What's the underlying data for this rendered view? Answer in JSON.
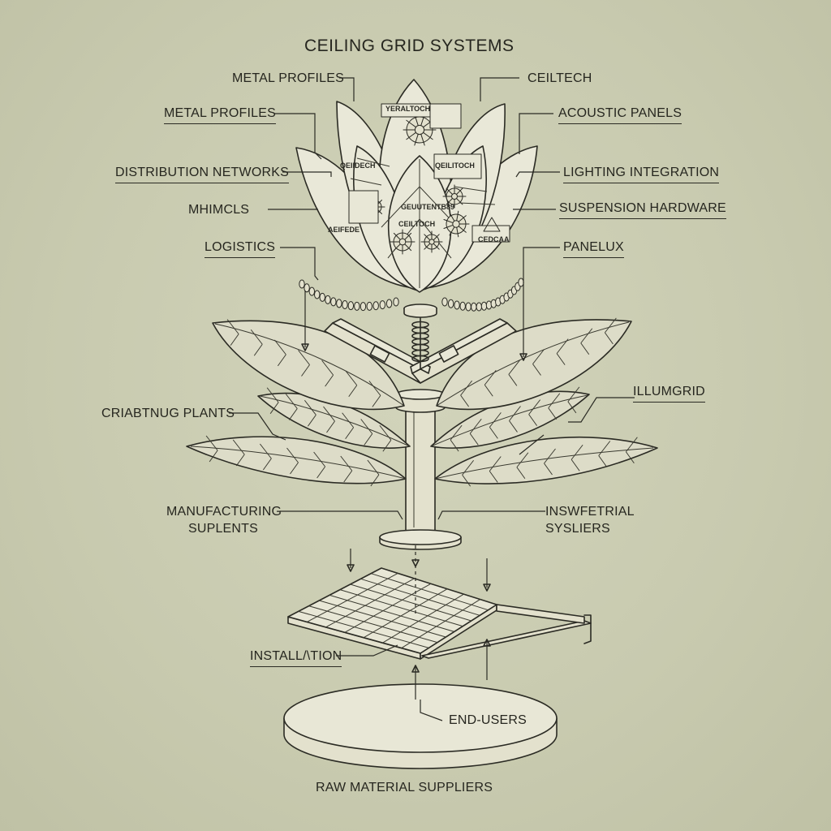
{
  "title": "CEILING GRID SYSTEMS",
  "labels": {
    "metal_profiles_top": "METAL PROFILES",
    "metal_profiles": "METAL PROFILES",
    "distribution_networks": "DISTRIBUTION NETWORKS",
    "mhimcls": "MHIMCLS",
    "logistics": "LOGISTICS",
    "ceiltech": "CEILTECH",
    "acoustic_panels": "ACOUSTIC PANELS",
    "lighting_integration": "LIGHTING INTEGRATION",
    "suspension_hardware": "SUSPENSION HARDWARE",
    "panelux": "PANELUX",
    "illumgrid": "ILLUMGRID",
    "criabtnug_plants": "CRIABTNUG PLANTS",
    "manufacturing_line1": "MANUFACTURING",
    "manufacturing_line2": "SUPLENTS",
    "inswfetrial_line1": "INSWFETRIAL",
    "inswfetrial_line2": "SYSLIERS",
    "installation": "INSTALL/\\TION",
    "end_users": "END-USERS",
    "raw_material_suppliers": "RAW MATERIAL SUPPLIERS"
  },
  "petal_marks": {
    "m1": "YERALTOCH",
    "m2": "QEIIDECH",
    "m3": "QEILITOCH",
    "m4": "GEUUTENTB89",
    "m5": "CEILTOCH",
    "m6": "AEIFEDE",
    "m7": "CEDCAA"
  }
}
